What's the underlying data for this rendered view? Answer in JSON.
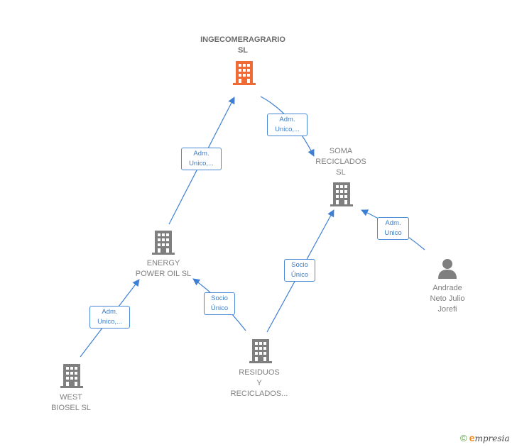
{
  "colors": {
    "edge": "#3d7fd4",
    "building": "#7f7f7f",
    "building_main": "#f06a35",
    "person": "#7f7f7f"
  },
  "nodes": {
    "ingecomeragrario": {
      "label": "INGECOMERAGRARIO\nSL",
      "icon": "building-icon"
    },
    "soma": {
      "label": "SOMA\nRECICLADOS\nSL",
      "icon": "building-icon"
    },
    "energy": {
      "label": "ENERGY\nPOWER OIL  SL",
      "icon": "building-icon"
    },
    "andrade": {
      "label": "Andrade\nNeto Julio\nJorefi",
      "icon": "person-icon"
    },
    "residuos": {
      "label": "RESIDUOS\nY\nRECICLADOS...",
      "icon": "building-icon"
    },
    "west": {
      "label": "WEST\nBIOSEL  SL",
      "icon": "building-icon"
    }
  },
  "edges": {
    "energy_ingeco": "Adm.\nUnico,...",
    "ingeco_soma": "Adm.\nUnico,...",
    "andrade_soma": "Adm.\nUnico",
    "residuos_soma": "Socio\nÚnico",
    "residuos_energy": "Socio\nÚnico",
    "west_energy": "Adm.\nUnico,..."
  },
  "footer": {
    "copyright": "©",
    "brand_initial": "e",
    "brand_rest": "mpresia"
  }
}
